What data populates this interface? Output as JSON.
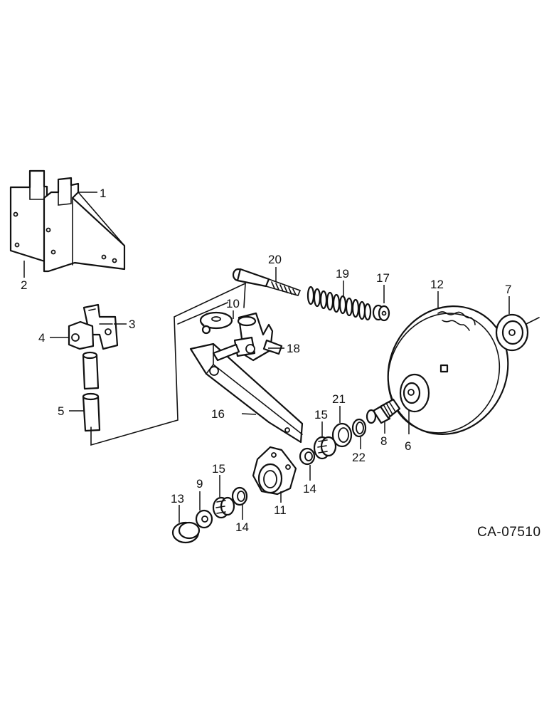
{
  "drawing_code": "CA-07510",
  "callouts": {
    "c1": "1",
    "c2": "2",
    "c3": "3",
    "c4": "4",
    "c5": "5",
    "c6": "6",
    "c7": "7",
    "c8": "8",
    "c9": "9",
    "c10": "10",
    "c11": "11",
    "c12": "12",
    "c13": "13",
    "c14a": "14",
    "c14b": "14",
    "c15a": "15",
    "c15b": "15",
    "c16": "16",
    "c17": "17",
    "c18": "18",
    "c19": "19",
    "c20": "20",
    "c21": "21",
    "c22": "22"
  }
}
